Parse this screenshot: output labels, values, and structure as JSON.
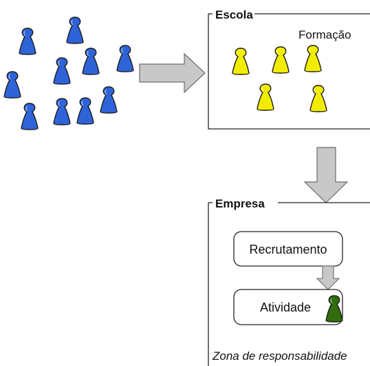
{
  "colors": {
    "blue_person": "#2f63d8",
    "yellow_person": "#f2ec00",
    "green_person": "#2f6d0d",
    "person_outline": "#1a1a1a",
    "frame_line": "#222222",
    "arrow_fill": "#c8c8c8",
    "arrow_stroke": "#6a6a6a"
  },
  "diagram": {
    "escola": {
      "title": "Escola",
      "subtitle": "Formação"
    },
    "empresa": {
      "title": "Empresa",
      "recrutamento_label": "Recrutamento",
      "atividade_label": "Atividade",
      "zone_label": "Zona de responsabilidade"
    }
  }
}
